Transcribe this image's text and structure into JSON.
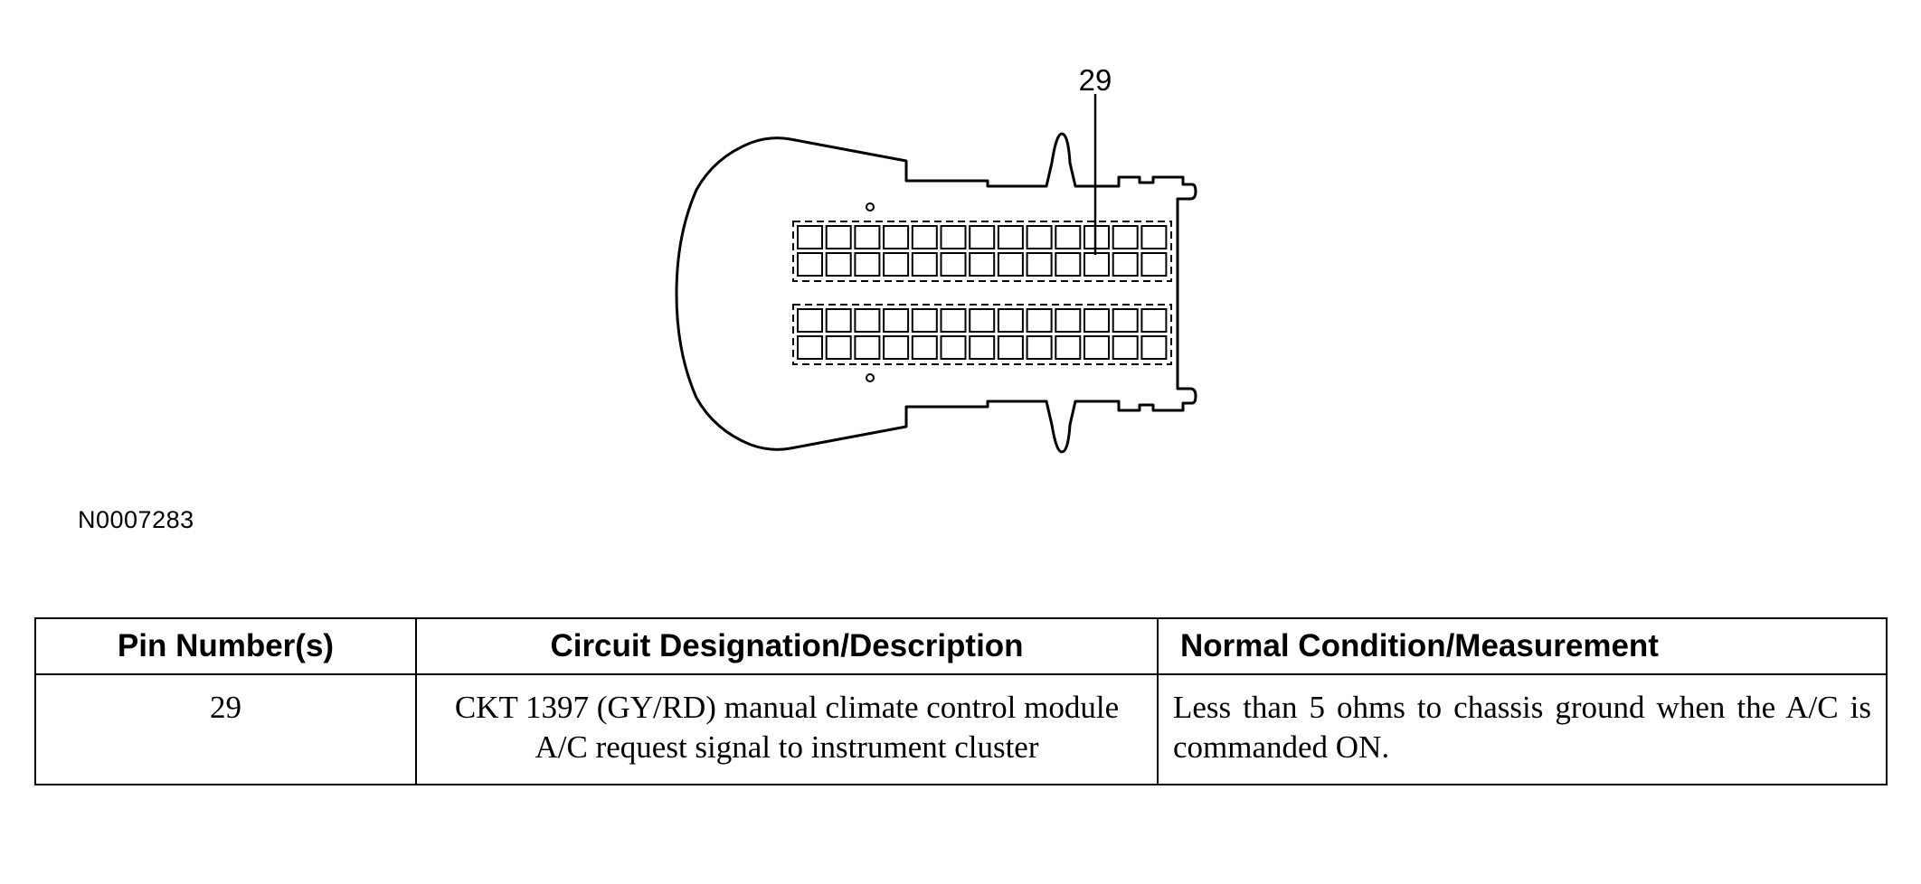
{
  "diagram": {
    "callout_label": "29",
    "figure_id": "N0007283"
  },
  "table": {
    "headers": {
      "pin": "Pin Number(s)",
      "circuit": "Circuit Designation/Description",
      "condition": "Normal Condition/Measurement"
    },
    "rows": [
      {
        "pin": "29",
        "circuit": "CKT 1397 (GY/RD) manual climate control module A/C request signal to instrument cluster",
        "condition": "Less than 5 ohms to chassis ground when the A/C is commanded ON."
      }
    ]
  }
}
